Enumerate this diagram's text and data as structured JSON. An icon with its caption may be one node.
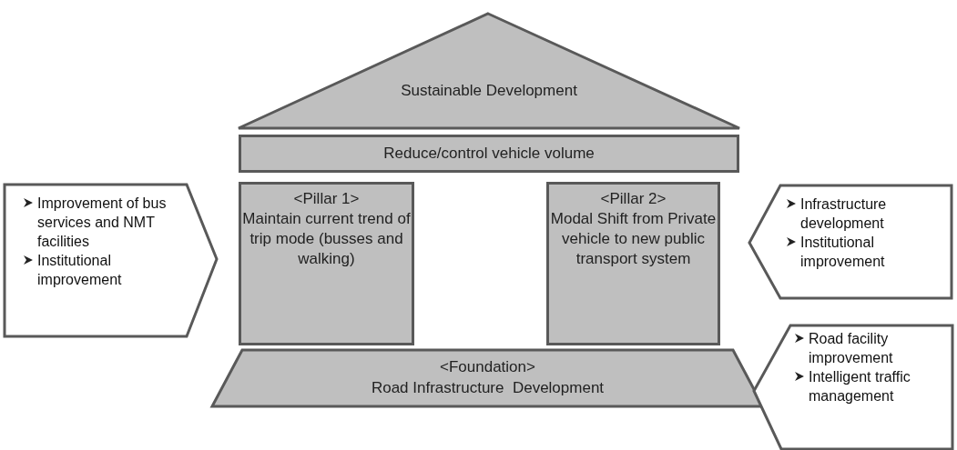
{
  "diagram": {
    "nodes": [
      {
        "text": [
          "Sustainable Development"
        ]
      },
      {
        "text": [
          "Reduce/control vehicle volume"
        ]
      },
      {
        "text": [
          "<Pillar 1>",
          "Maintain current trend of trip mode (busses and walking)"
        ]
      },
      {
        "text": [
          "<Pillar 2>",
          "Modal Shift from Private vehicle to new public transport system"
        ]
      },
      {
        "text": [
          "<Foundation>",
          "Road Infrastructure  Development"
        ]
      },
      {
        "text": [
          "Improvement of bus services and NMT facilities",
          "Institutional improvement"
        ]
      },
      {
        "text": [
          "Infrastructure development",
          "Institutional improvement"
        ]
      },
      {
        "text": [
          "Road facility improvement",
          "Intelligent traffic management"
        ]
      }
    ]
  }
}
